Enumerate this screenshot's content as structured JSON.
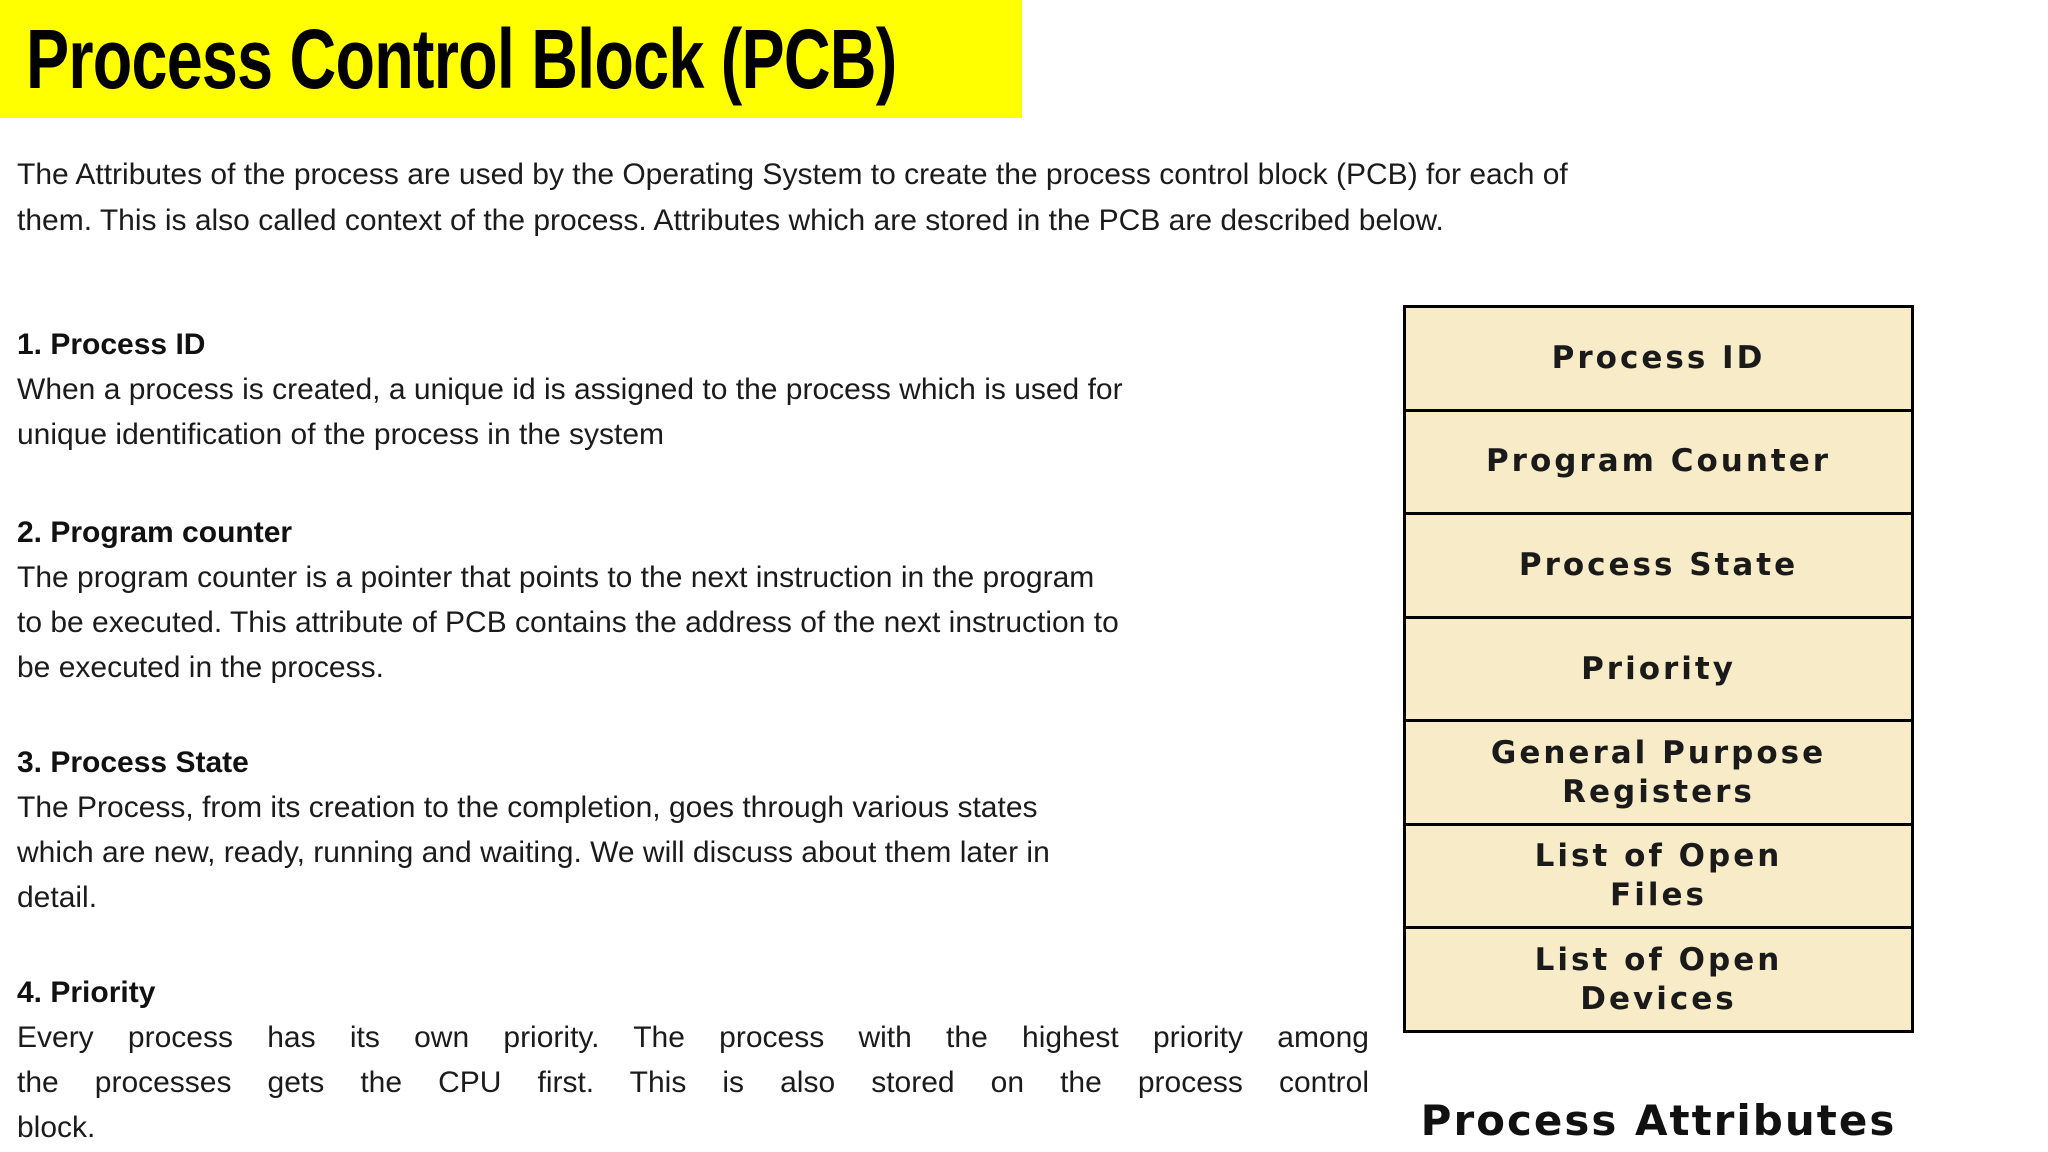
{
  "slide": {
    "title": "Process Control Block (PCB)",
    "intro": {
      "lines": [
        "The Attributes of the process are used by the Operating System to create the process control block (PCB) for each of",
        "them. This is also called context of the process. Attributes which are stored in the PCB are described below."
      ]
    },
    "sections": [
      {
        "heading": "1. Process ID",
        "lines": [
          "When a process is created, a unique id is assigned to the process which is used for",
          "unique identification of the process in the system"
        ]
      },
      {
        "heading": "2. Program counter",
        "lines": [
          "The program counter is a pointer that points to the next instruction in the program",
          "to be executed. This attribute of PCB contains the address of the next instruction to",
          "be executed in the process."
        ]
      },
      {
        "heading": "3. Process State",
        "lines": [
          "The Process, from its creation to the completion, goes through various states",
          "which are new, ready, running and waiting. We will discuss about them later in",
          "detail."
        ]
      },
      {
        "heading": "4. Priority",
        "lines": [
          "Every process has its own priority. The process with the highest priority among",
          "the processes gets the CPU first. This is also stored on the process control",
          "block."
        ]
      }
    ],
    "diagram": {
      "rows": [
        {
          "lines": [
            "Process ID"
          ]
        },
        {
          "lines": [
            "Program Counter"
          ]
        },
        {
          "lines": [
            "Process State"
          ]
        },
        {
          "lines": [
            "Priority"
          ]
        },
        {
          "lines": [
            "General Purpose",
            "Registers"
          ]
        },
        {
          "lines": [
            "List of Open",
            "Files"
          ]
        },
        {
          "lines": [
            "List of Open",
            "Devices"
          ]
        }
      ],
      "caption": "Process Attributes"
    },
    "colors": {
      "title_highlight": "#FFFF00",
      "diagram_fill": "#F8ECC8",
      "diagram_border": "#000000",
      "background": "#FFFFFF",
      "text": "#1B1B1B"
    }
  }
}
